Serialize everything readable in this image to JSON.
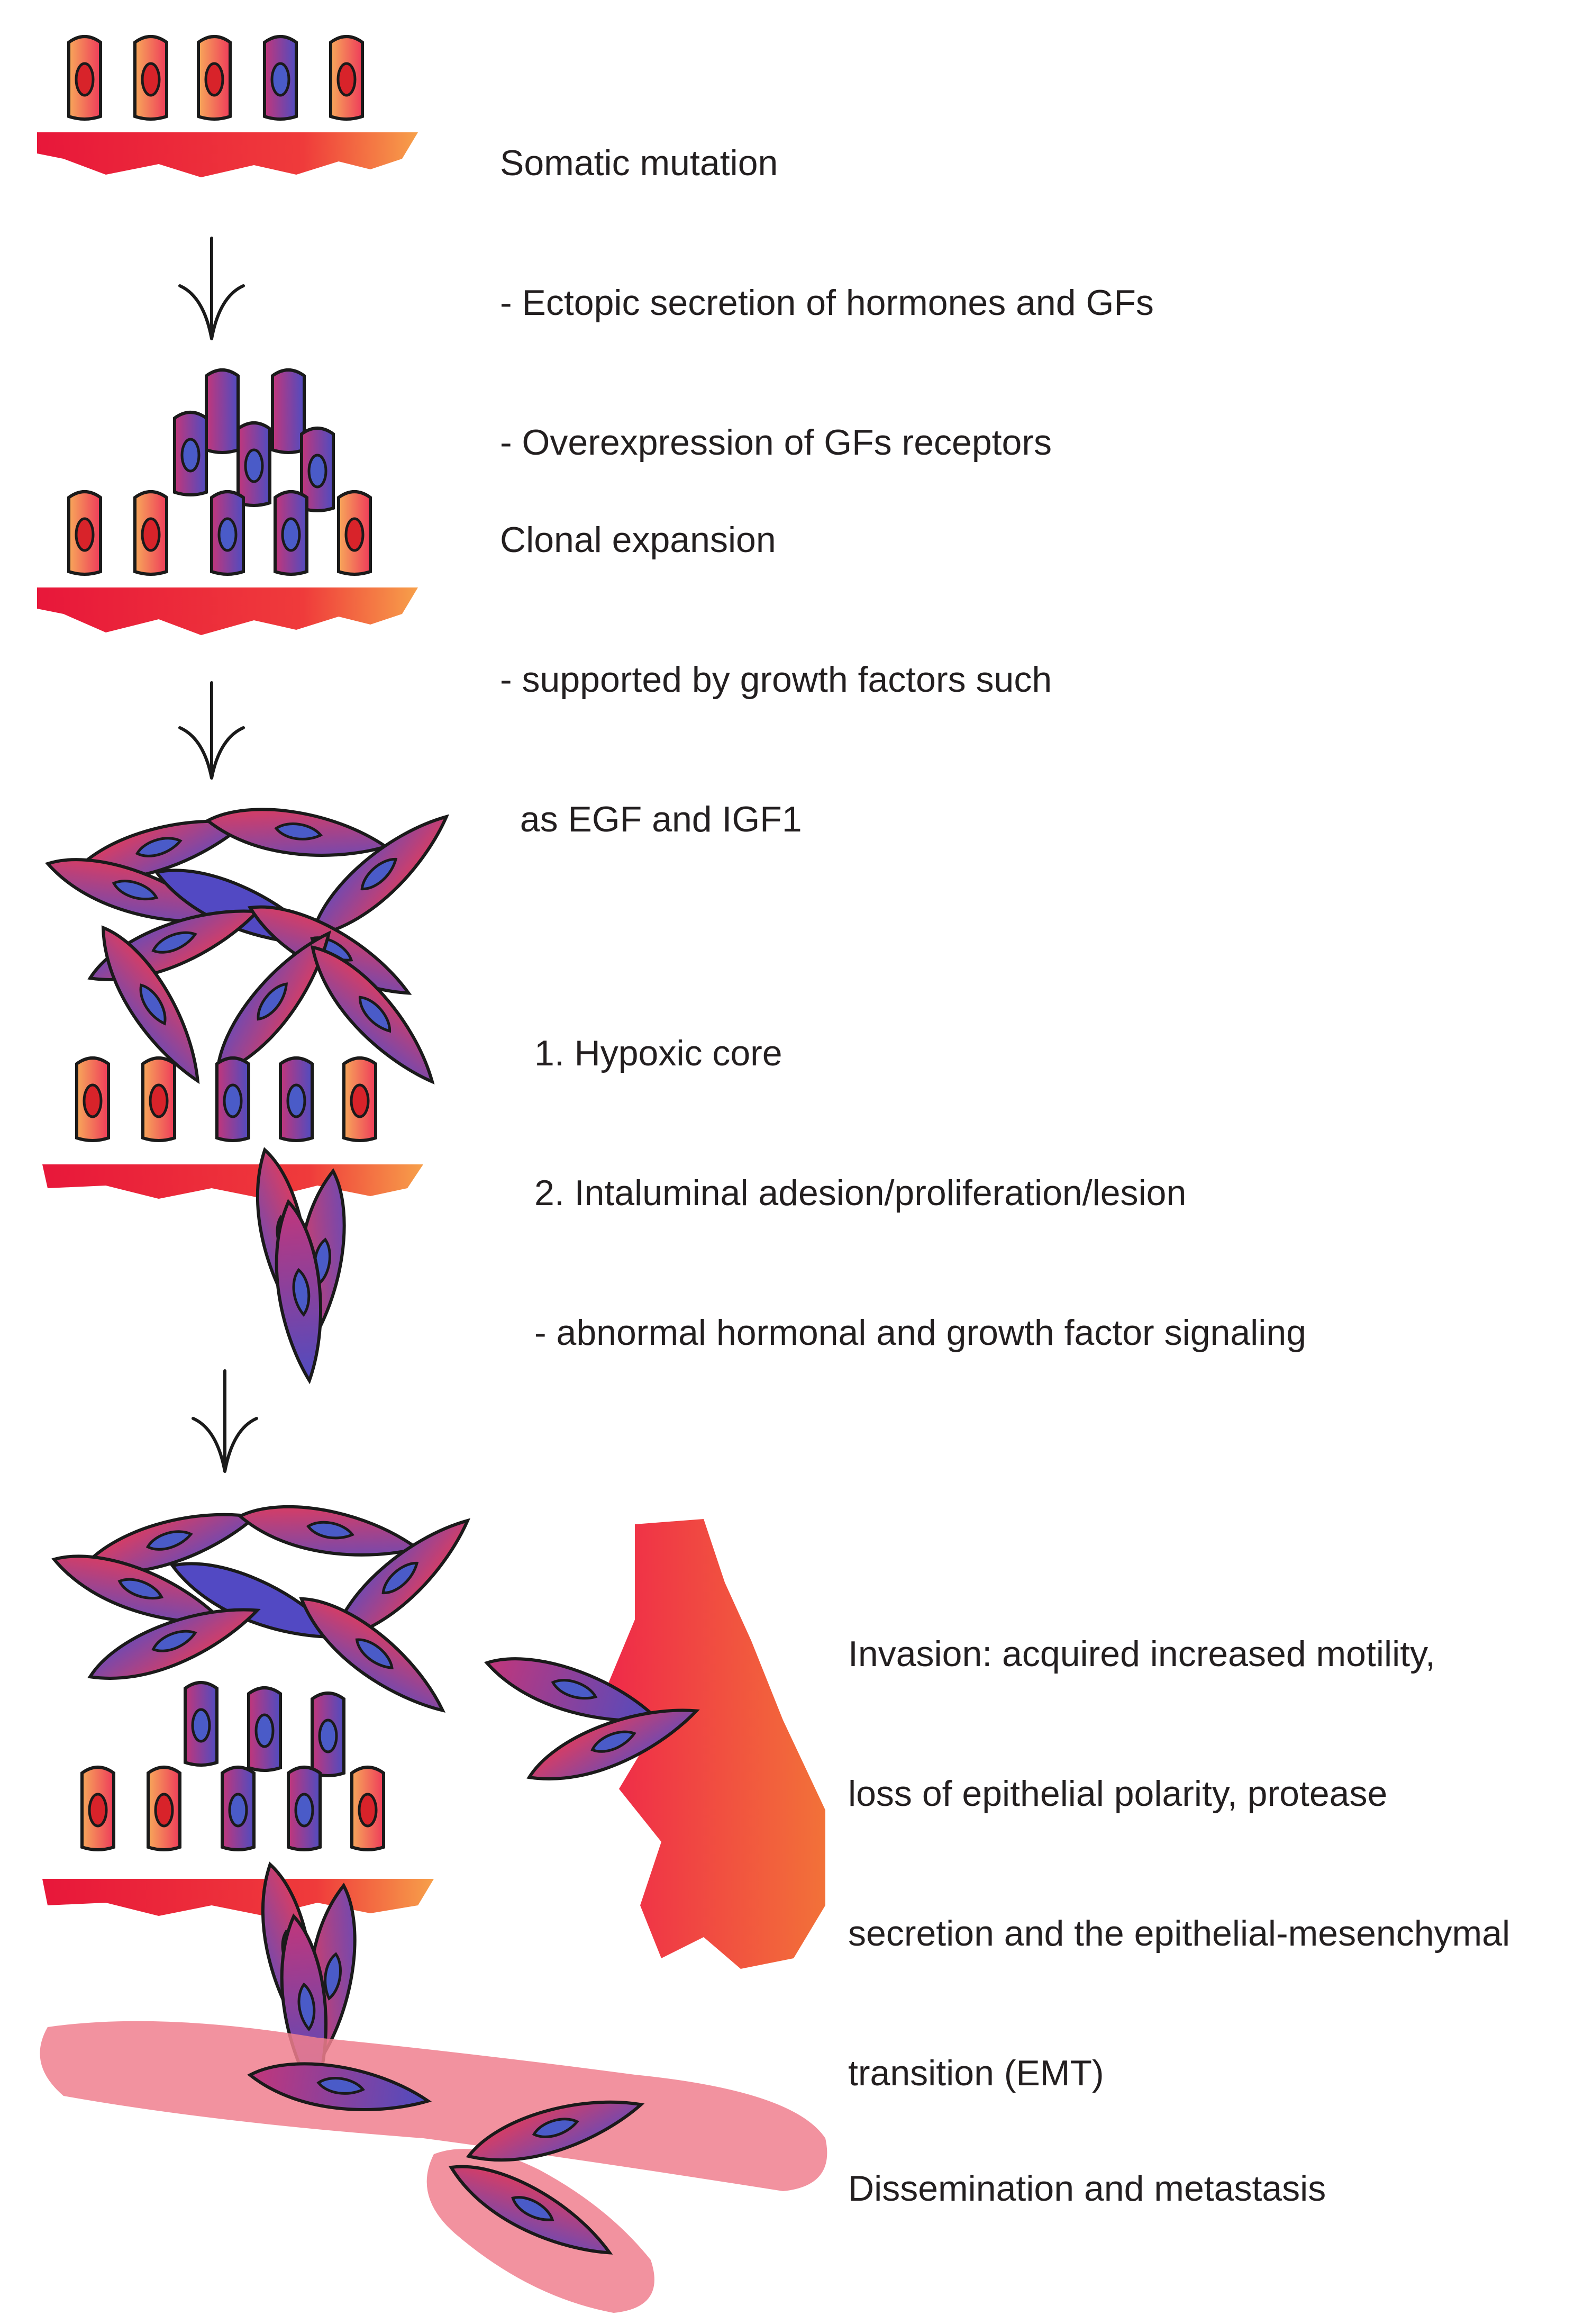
{
  "colors": {
    "orange_cell": "#f7a85a",
    "red_cell": "#e8385a",
    "purple_cell": "#8f3a9e",
    "blue_cell": "#5b4fc0",
    "nucleus_red": "#d8232a",
    "nucleus_blue": "#4a5bc8",
    "stroma": "#ee2a3a",
    "stroma_orange": "#f47a2a",
    "vessel": "#f07f8e",
    "outline": "#1a1a1a"
  },
  "stages": [
    {
      "id": "somatic-mutation",
      "lines": [
        "Somatic mutation",
        "- Ectopic secretion of hormones and GFs",
        "- Overexpression of GFs receptors"
      ]
    },
    {
      "id": "clonal-expansion",
      "lines": [
        "Clonal expansion",
        "- supported by growth factors such",
        "  as EGF and IGF1"
      ]
    },
    {
      "id": "hypoxic-core",
      "lines": [
        "1. Hypoxic core",
        "2. Intaluminal adesion/proliferation/lesion",
        "- abnormal hormonal and growth factor signaling"
      ]
    },
    {
      "id": "invasion",
      "lines": [
        "Invasion: acquired increased motility,",
        "loss of epithelial polarity, protease",
        "secretion and the epithelial-mesenchymal",
        "transition (EMT)"
      ]
    },
    {
      "id": "dissemination",
      "lines": [
        "Dissemination and metastasis"
      ]
    }
  ]
}
